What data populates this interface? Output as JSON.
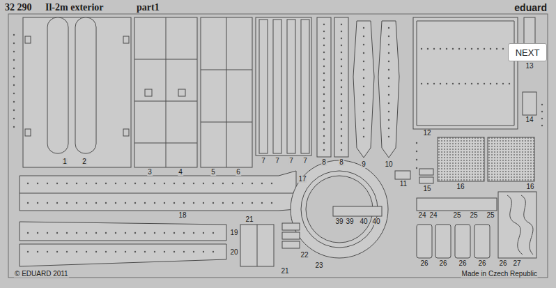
{
  "diagram": {
    "nodes": [
      {
        "text": [
          "NEXT"
        ]
      }
    ],
    "labels": [
      "32 290",
      "Il-2m exterior",
      "part1",
      "eduard",
      "1",
      "2",
      "3",
      "4",
      "5",
      "6",
      "7",
      "7",
      "7",
      "7",
      "8",
      "8",
      "9",
      "10",
      "11",
      "12",
      "13",
      "14",
      "15",
      "16",
      "16",
      "17",
      "18",
      "19",
      "20",
      "21",
      "21",
      "22",
      "23",
      "24",
      "24",
      "25",
      "25",
      "25",
      "26",
      "26",
      "26",
      "26",
      "26",
      "27",
      "39",
      "39",
      "40",
      "40",
      "© EDUARD 2011",
      "Made in Czech Republic"
    ]
  }
}
